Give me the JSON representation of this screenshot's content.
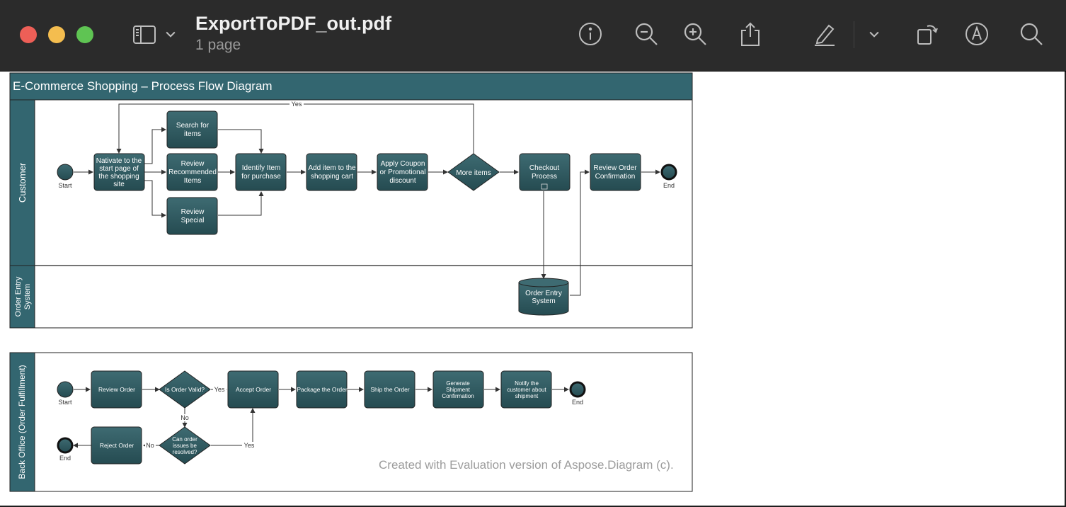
{
  "window": {
    "title": "ExportToPDF_out.pdf",
    "subtitle": "1 page",
    "controls": [
      "close-button",
      "minimize-button",
      "zoom-button"
    ],
    "icons": [
      "sidebar-icon",
      "chevron-down-icon",
      "info-icon",
      "zoom-out-icon",
      "zoom-in-icon",
      "share-icon",
      "highlight-pen-icon",
      "chevron-down-icon",
      "rotate-icon",
      "markup-icon",
      "search-icon"
    ]
  },
  "diagram": {
    "title": "E-Commerce Shopping – Process Flow Diagram",
    "lanes": {
      "customer": "Customer",
      "order_entry_1": "Order Entry",
      "order_entry_2": "System",
      "back_office": "Back Office (Order Fulfillment)"
    },
    "customer": {
      "start": "Start",
      "navigate": [
        "Nativate to the",
        "start page of",
        "the shopping",
        "site"
      ],
      "search": [
        "Search for",
        "items"
      ],
      "recommended": [
        "Review",
        "Recommended",
        "Items"
      ],
      "special": [
        "Review",
        "Special"
      ],
      "identify": [
        "Identify Item",
        "for purchase"
      ],
      "add_cart": [
        "Add item to the",
        "shopping cart"
      ],
      "coupon": [
        "Apply Coupon",
        "or Promotional",
        "discount"
      ],
      "more_items": "More items",
      "yes": "Yes",
      "checkout": [
        "Checkout",
        "Process"
      ],
      "review_conf": [
        "Review Order",
        "Confirmation"
      ],
      "end": "End"
    },
    "order_entry": {
      "db": [
        "Order Entry",
        "System"
      ]
    },
    "back_office": {
      "start": "Start",
      "review_order": "Review Order",
      "is_valid": "Is Order Valid?",
      "yes": "Yes",
      "no": "No",
      "accept": "Accept Order",
      "package": "Package the Order",
      "ship": "Ship the Order",
      "generate": [
        "Generate",
        "Shipment",
        "Confirmation"
      ],
      "notify": [
        "Notify the",
        "customer about",
        "shipment"
      ],
      "end": "End",
      "resolve": [
        "Can order",
        "issues be",
        "resolved?"
      ],
      "reject": "Reject Order"
    },
    "watermark": "Created with Evaluation version of Aspose.Diagram (c)."
  },
  "colors": {
    "node": "#2f5960",
    "header": "#336670",
    "close": "#ed5f57",
    "minimize": "#f4bd4f",
    "zoom": "#5fc453"
  }
}
